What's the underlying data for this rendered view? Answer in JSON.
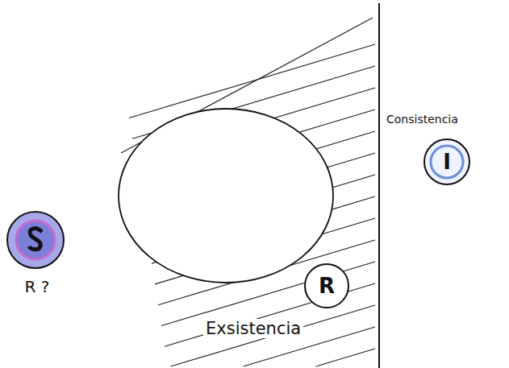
{
  "diagram": {
    "nodes": [
      {
        "text": [
          "I"
        ]
      },
      {
        "text": [
          "R"
        ]
      },
      {
        "text": [
          "R ?"
        ]
      }
    ],
    "labels": [
      "Consistencia",
      "Exsistencia"
    ]
  }
}
